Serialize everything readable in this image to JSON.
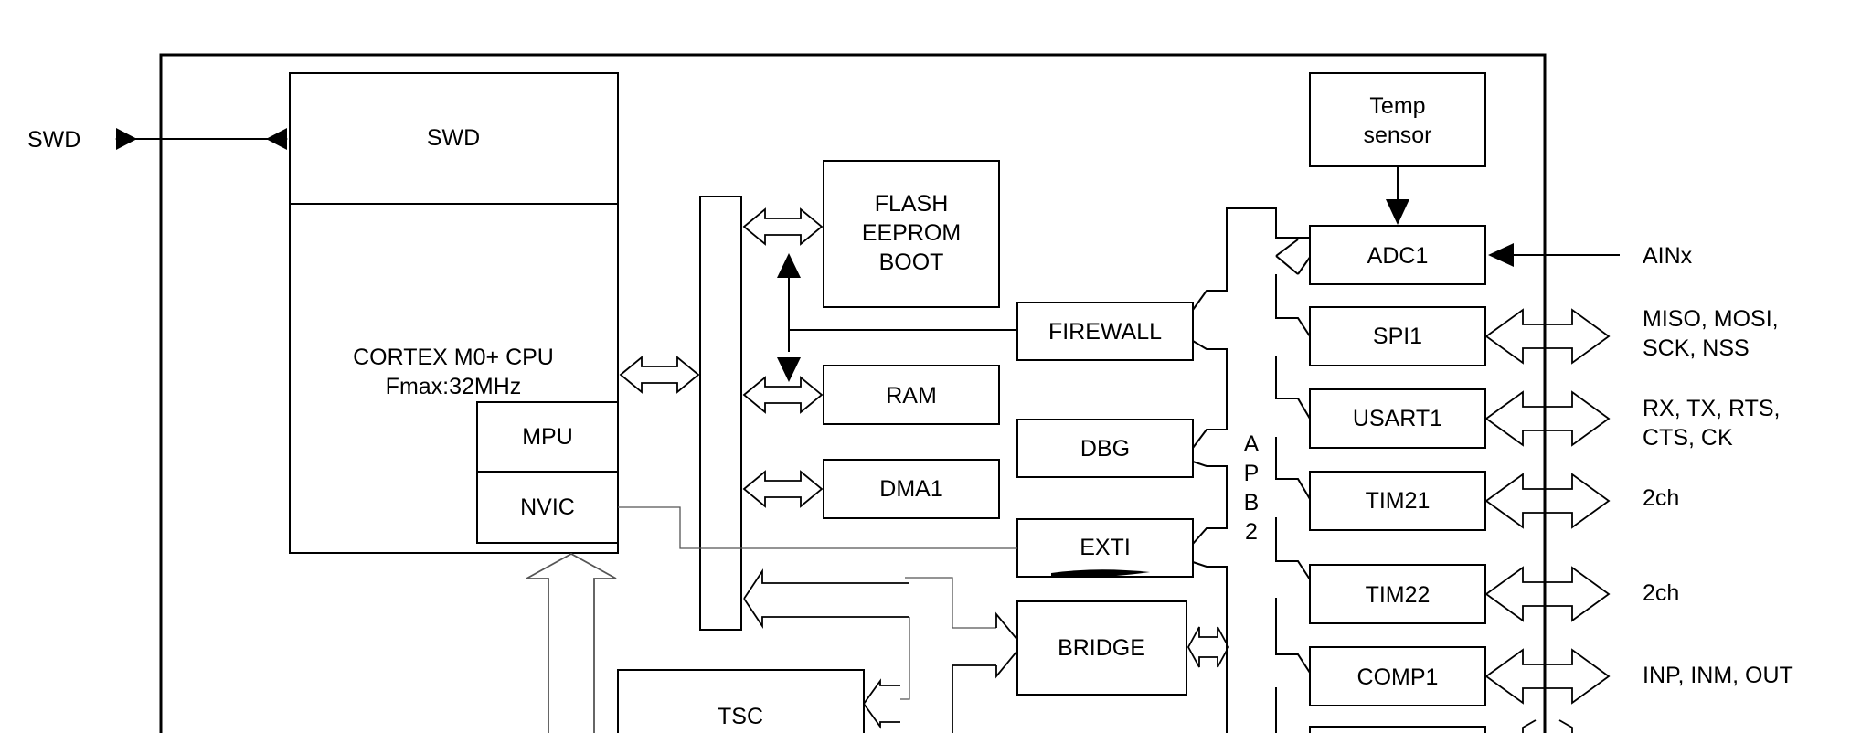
{
  "external": {
    "swd": "SWD",
    "ainx": "AINx",
    "spi_pins": [
      "MISO, MOSI,",
      "SCK, NSS"
    ],
    "usart_pins": [
      "RX, TX, RTS,",
      "CTS, CK"
    ],
    "tim21_pins": "2ch",
    "tim22_pins": "2ch",
    "comp_pins": "INP, INM, OUT"
  },
  "blocks": {
    "swd": "SWD",
    "cpu": [
      "CORTEX M0+ CPU",
      "Fmax:32MHz"
    ],
    "mpu": "MPU",
    "nvic": "NVIC",
    "flash": [
      "FLASH",
      "EEPROM",
      "BOOT"
    ],
    "ram": "RAM",
    "dma": "DMA1",
    "firewall": "FIREWALL",
    "dbg": "DBG",
    "exti": "EXTI",
    "bridge": "BRIDGE",
    "tsc": "TSC",
    "temp": [
      "Temp",
      "sensor"
    ],
    "adc": "ADC1",
    "spi": "SPI1",
    "usart": "USART1",
    "tim21": "TIM21",
    "tim22": "TIM22",
    "comp": "COMP1"
  },
  "bus": {
    "apb2": [
      "A",
      "P",
      "B",
      "2"
    ]
  }
}
